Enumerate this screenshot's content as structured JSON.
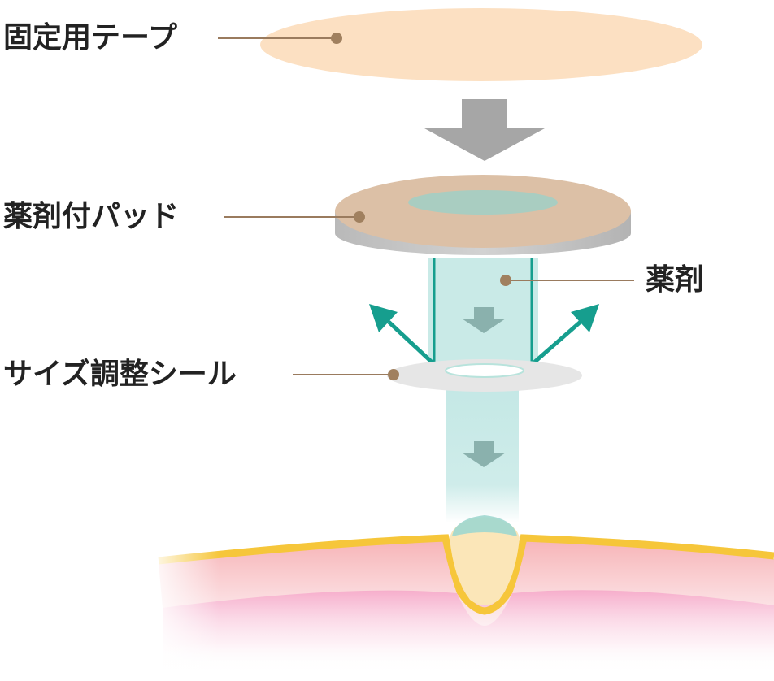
{
  "labels": {
    "tape": "固定用テープ",
    "pad": "薬剤付パッド",
    "drug": "薬剤",
    "seal": "サイズ調整シール"
  },
  "colors": {
    "tape": "#fce0c2",
    "pad_top": "#dcc0a6",
    "pad_side": "#c8c8c8",
    "drug_beam": "#bfe6e3",
    "drug_edge": "#169e8e",
    "teal_arrow": "#169e8e",
    "gray_arrow": "#a6a6a6",
    "seal": "#e6e6e6",
    "leader_line": "#9a7b5e",
    "leader_dot": "#a0805f",
    "skin_top": "#f6c63a",
    "skin_red": "#f7bcc1",
    "skin_pink": "#f5a2c4",
    "lesion": "#fbe6b8"
  }
}
